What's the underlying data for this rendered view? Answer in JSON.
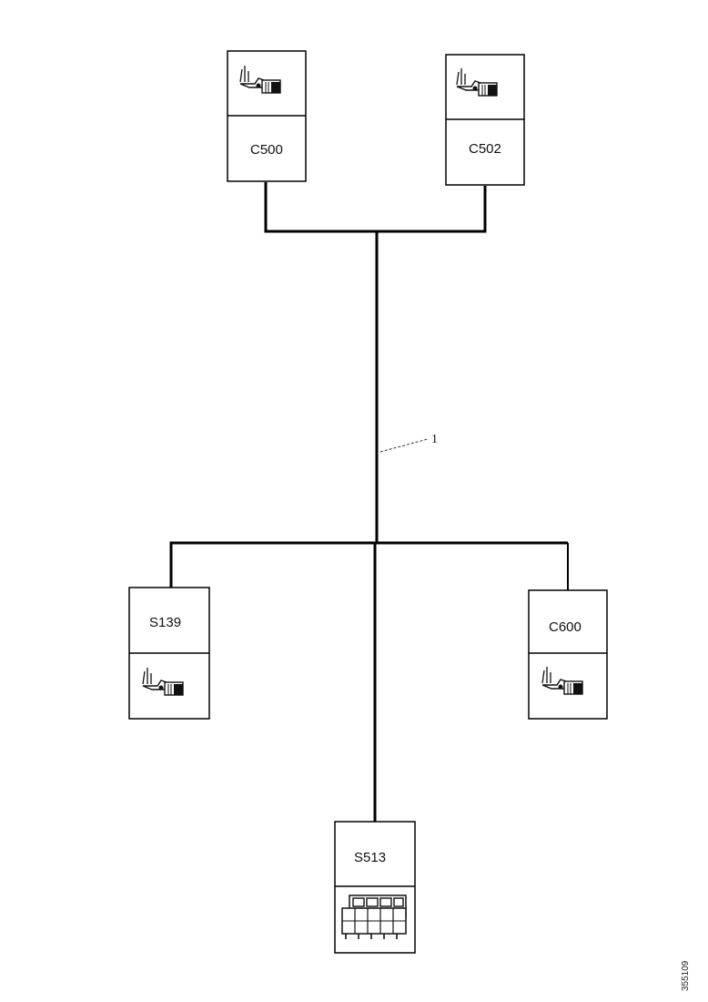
{
  "diagram": {
    "connectors": {
      "top_left": {
        "label": "C500",
        "icon": "connector-housing-icon"
      },
      "top_right": {
        "label": "C502",
        "icon": "connector-housing-icon"
      },
      "mid_left": {
        "label": "S139",
        "icon": "connector-housing-icon"
      },
      "mid_right": {
        "label": "C600",
        "icon": "connector-housing-icon"
      },
      "bottom": {
        "label": "S513",
        "icon": "multi-pin-connector-icon"
      }
    },
    "callout": {
      "label": "1"
    }
  },
  "figure_id": "355109"
}
